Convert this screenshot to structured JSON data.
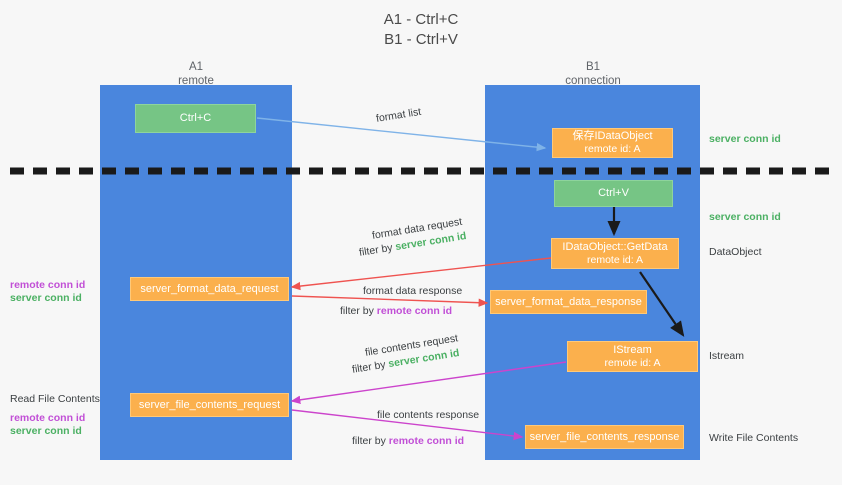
{
  "title": {
    "line1": "A1 - Ctrl+C",
    "line2": "B1 - Ctrl+V"
  },
  "columns": [
    {
      "name": "A1",
      "sub": "remote"
    },
    {
      "name": "B1",
      "sub": "connection"
    }
  ],
  "colors": {
    "lane": "#4a86dd",
    "green_box": "#76c585",
    "orange_box": "#fbb04d",
    "server_conn_id": "#4bb063",
    "remote_conn_id": "#c14fd6",
    "red_arrow": "#ef5350",
    "blue_arrow": "#7fb3e8",
    "magenta_arrow": "#cc44cc",
    "black_arrow": "#1a1a1a",
    "background": "#f7f7f7"
  },
  "nodes": {
    "ctrl_c": {
      "line1": "Ctrl+C",
      "line2": ""
    },
    "save_idataobject": {
      "line1": "保存IDataObject",
      "line2": "remote id: A"
    },
    "ctrl_v": {
      "line1": "Ctrl+V",
      "line2": ""
    },
    "idataobject_getdata": {
      "line1": "IDataObject::GetData",
      "line2": "remote id: A"
    },
    "istream": {
      "line1": "IStream",
      "line2": "remote id: A"
    },
    "server_format_data_request": {
      "line1": "server_format_data_request",
      "line2": ""
    },
    "server_format_data_response": {
      "line1": "server_format_data_response",
      "line2": ""
    },
    "server_file_contents_request": {
      "line1": "server_file_contents_request",
      "line2": ""
    },
    "server_file_contents_response": {
      "line1": "server_file_contents_response",
      "line2": ""
    }
  },
  "edge_labels": {
    "format_list": "format list",
    "format_data_request": "format data request",
    "format_data_request_filter_prefix": "filter by ",
    "format_data_request_filter_value": "server conn id",
    "format_data_response": "format data response",
    "format_data_response_filter_prefix": "filter by ",
    "format_data_response_filter_value": "remote conn id",
    "file_contents_request": "file contents request",
    "file_contents_request_filter_prefix": "filter by ",
    "file_contents_request_filter_value": "server conn id",
    "file_contents_response": "file contents response",
    "file_contents_response_filter_prefix": "filter by ",
    "file_contents_response_filter_value": "remote conn id"
  },
  "annotations": {
    "right_server_conn_id_1": "server conn id",
    "right_server_conn_id_2": "server conn id",
    "right_dataobject": "DataObject",
    "right_istream": "Istream",
    "right_write_file_contents": "Write File Contents",
    "left_read_file_contents": "Read File Contents",
    "left_remote_conn_id_1": "remote conn id",
    "left_server_conn_id_1": "server conn id",
    "left_remote_conn_id_2": "remote conn id",
    "left_server_conn_id_2": "server conn id"
  }
}
